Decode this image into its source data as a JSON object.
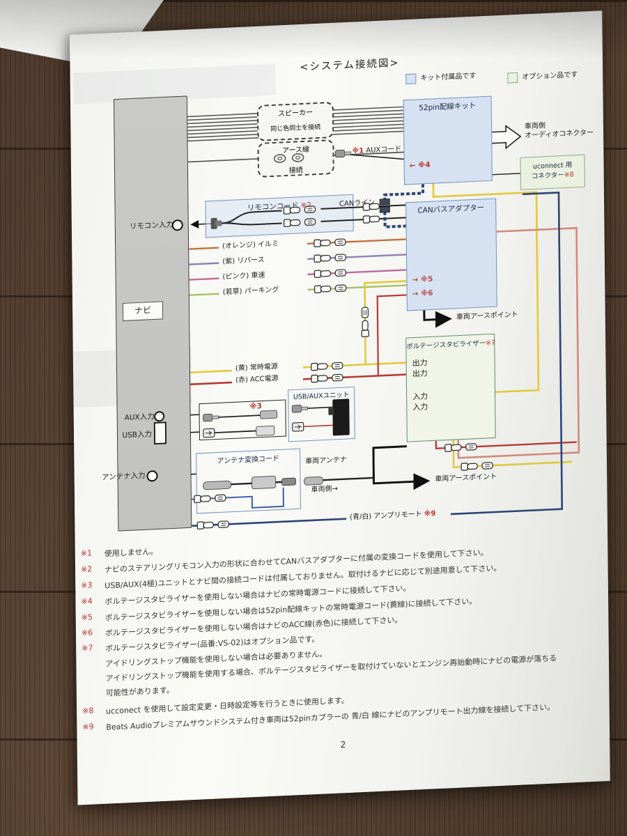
{
  "title": "<システム接続図>",
  "page_number": "2",
  "legend": {
    "kit": "キット付属品です",
    "option": "オプション品です"
  },
  "colors": {
    "kit_blue_fill": "#d6e2f1",
    "kit_blue_border": "#7492bd",
    "option_green_fill": "#eaf1e0",
    "option_green_border": "#8fa882",
    "reference_red": "#b5342c",
    "wire_orange": "#c4703a",
    "wire_purple": "#8d80b5",
    "wire_pink": "#bd6a9c",
    "wire_young_grass": "#a9bf63",
    "wire_yellow": "#dfca3e",
    "wire_red": "#b53a35",
    "wire_blue": "#3c5ea6",
    "wire_navy": "#2c4375",
    "wire_salmon": "#cf8a7c"
  },
  "units": {
    "navi": "ナビ",
    "pin52_kit": "52pin配線キット",
    "vehicle_audio_connector_line1": "車両側",
    "vehicle_audio_connector_line2": "オーディオコネクター",
    "uconnect_line1": "uconnect 用",
    "uconnect_line2": "コネクター",
    "uconnect_ref": "※8",
    "can_bus_adapter": "CANバスアダプター",
    "voltage_stabilizer": "ボルテージスタビライザー",
    "voltage_stabilizer_ref": "※7",
    "output1": "出力",
    "output2": "出力",
    "input1": "入力",
    "input2": "入力",
    "remote_cord": "リモコンコード ",
    "remote_cord_ref": "※2",
    "usb_aux_unit": "USB/AUXユニット",
    "antenna_cord": "アンテナ変換コード",
    "speaker_box_line1": "スピーカー",
    "speaker_box_line2": "同じ色同士を接続",
    "earth_box_line1": "アース線",
    "earth_box_line2": "接続"
  },
  "labels": {
    "remote_input": "リモコン入力",
    "aux_input": "AUX入力",
    "usb_input": "USB入力",
    "antenna_input": "アンテナ入力",
    "wire_illumination": "(オレンジ) イルミ",
    "wire_reverse": "(紫) リバース",
    "wire_vehicle_speed": "(ピンク) 車速",
    "wire_parking": "(若草) パーキング",
    "wire_constant_power": "(黄) 常時電源",
    "wire_acc_power": "(赤) ACC電源",
    "aux_cord_ref": "※1",
    "aux_cord": " AUXコード",
    "can_line": "CANライン",
    "ref3": "※3",
    "ref4": "← ※4",
    "ref5": "→ ※5",
    "ref6": "→ ※6",
    "earth_point_1": "車両アースポイント",
    "earth_point_2": "車両アースポイント",
    "vehicle_antenna": "車両アンテナ",
    "vehicle_side": "車両側→",
    "amp_remote": "(青/白) アンプリモート ",
    "amp_remote_ref": "※9"
  },
  "notes": [
    {
      "ref": "※1",
      "text": "使用しません。"
    },
    {
      "ref": "※2",
      "text": "ナビのステアリングリモコン入力の形状に合わせてCANバスアダプターに付属の変換コードを使用して下さい。"
    },
    {
      "ref": "※3",
      "text": "USB/AUX(4極)ユニットとナビ間の接続コードは付属しておりません。取付けるナビに応じて別途用意して下さい。"
    },
    {
      "ref": "※4",
      "text": "ボルテージスタビライザーを使用しない場合はナビの常時電源コードに接続して下さい。"
    },
    {
      "ref": "※5",
      "text": "ボルテージスタビライザーを使用しない場合は52pin配線キットの常時電源コード(黄線)に接続して下さい。"
    },
    {
      "ref": "※6",
      "text": "ボルテージスタビライザーを使用しない場合はナビのACC線(赤色)に接続して下さい。"
    },
    {
      "ref": "※7",
      "text": "ボルテージスタビライザー(品番:VS-02)はオプション品です。"
    },
    {
      "ref": "",
      "text": "アイドリングストップ機能を使用しない場合は必要ありません。"
    },
    {
      "ref": "",
      "text": "アイドリングストップ機能を使用する場合、ボルテージスタビライザーを取付けていないとエンジン再始動時にナビの電源が落ちる"
    },
    {
      "ref": "",
      "text": "可能性があります。"
    },
    {
      "ref": "※8",
      "text": "ucconect を使用して設定変更・日時設定等を行うときに使用します。"
    },
    {
      "ref": "※9",
      "text": "Beats Audioプレミアムサウンドシステム付き車両は52pinカプラーの 青/白 線にナビのアンプリモート出力線を接続して下さい。"
    }
  ]
}
